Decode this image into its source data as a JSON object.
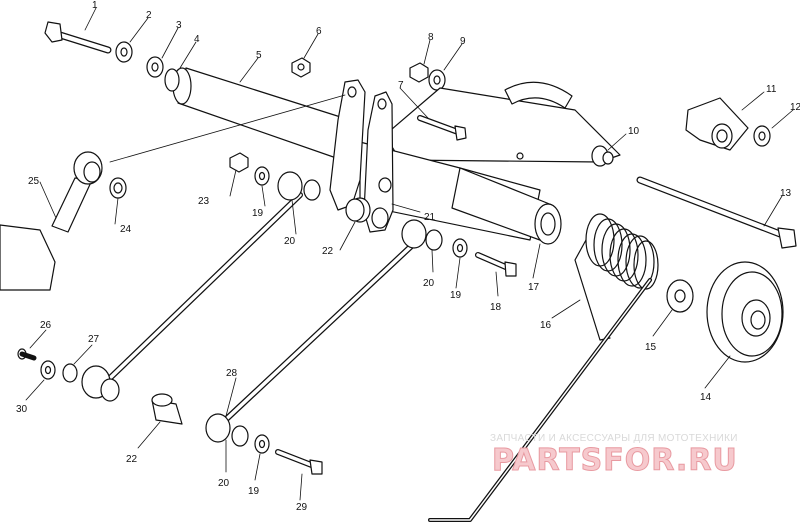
{
  "callouts": [
    "1",
    "2",
    "3",
    "4",
    "5",
    "6",
    "8",
    "9",
    "7",
    "10",
    "11",
    "12",
    "13",
    "25",
    "24",
    "23",
    "19",
    "20",
    "22",
    "21",
    "20",
    "19",
    "18",
    "17",
    "16",
    "15",
    "14",
    "26",
    "27",
    "30",
    "28",
    "22",
    "20",
    "19",
    "29"
  ],
  "watermark": {
    "tagline": "ЗАПЧАСТИ И АКСЕССУАРЫ ДЛЯ МОТОТЕХНИКИ",
    "brand": "PARTSFOR.RU"
  },
  "colors": {
    "line": "#111111",
    "watermark_fill": "#f6c9cd",
    "watermark_text": "#d9d9d9"
  }
}
